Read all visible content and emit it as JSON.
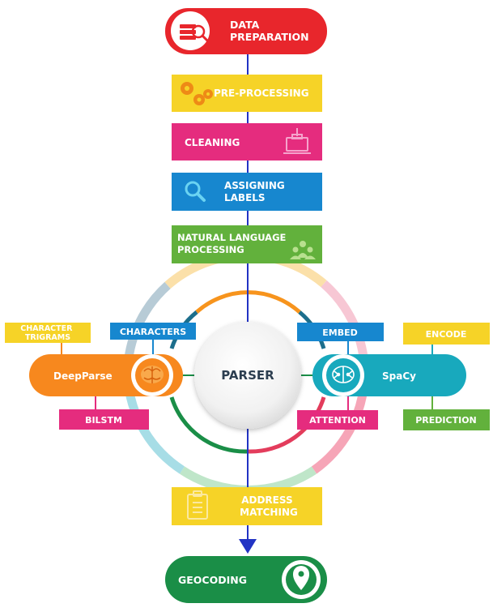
{
  "colors": {
    "red": "#e8262c",
    "yellow": "#f6d327",
    "pink": "#e52c7e",
    "blue": "#1787cf",
    "green": "#62b13c",
    "orange": "#f7881e",
    "teal": "#18a9bd",
    "dark_green": "#1a8e47",
    "axis_blue": "#2233c4"
  },
  "icons": {
    "data_preparation": "magnifier-over-database-icon",
    "pre_processing": "gears-icon",
    "cleaning": "laptop-broom-icon",
    "assigning_labels": "search-icon",
    "natural_language_processing": "people-group-icon",
    "deepparse": "brain-icon",
    "spacy": "neural-brain-icon",
    "address_matching": "checklist-clipboard-icon",
    "geocoding": "map-pin-icon"
  },
  "steps": {
    "data_preparation": [
      "DATA",
      "PREPARATION"
    ],
    "pre_processing": "PRE-PROCESSING",
    "cleaning": "CLEANING",
    "assigning_labels": [
      "ASSIGNING",
      "LABELS"
    ],
    "nlp": [
      "NATURAL LANGUAGE",
      "PROCESSING"
    ],
    "address_matching": [
      "ADDRESS",
      "MATCHING"
    ],
    "geocoding": "GEOCODING"
  },
  "hub": {
    "center": "PARSER",
    "left_model": "DeepParse",
    "right_model": "SpaCy"
  },
  "features": {
    "character_trigrams": [
      "CHARACTER",
      "TRIGRAMS"
    ],
    "characters": "CHARACTERS",
    "bilstm": "BILSTM",
    "embed": "EMBED",
    "encode": "ENCODE",
    "attention": "ATTENTION",
    "prediction": "PREDICTION"
  }
}
